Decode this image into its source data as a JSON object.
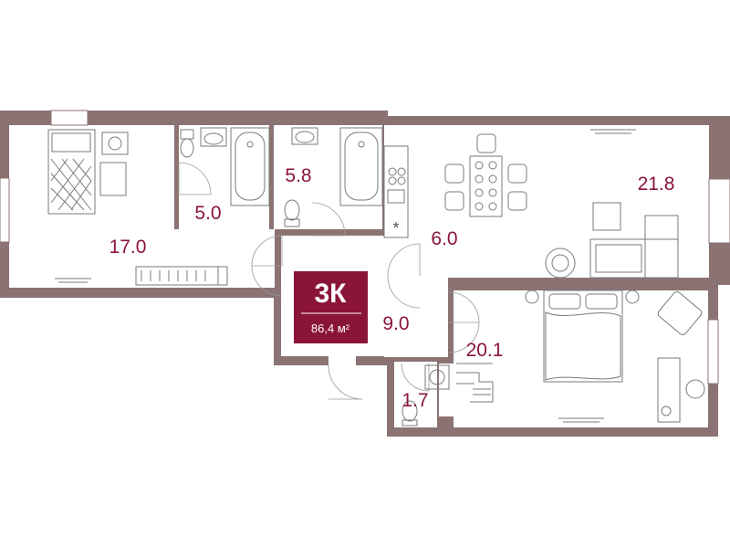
{
  "badge": {
    "type_label": "3К",
    "total_area": "86,4 м²"
  },
  "rooms": {
    "bedroom_small": {
      "area": "17.0"
    },
    "bathroom_1": {
      "area": "5.0"
    },
    "bathroom_2": {
      "area": "5.8"
    },
    "kitchen": {
      "area": "6.0"
    },
    "living": {
      "area": "21.8"
    },
    "hall": {
      "area": "9.0"
    },
    "bedroom_master": {
      "area": "20.1"
    },
    "wc": {
      "area": "1.7"
    }
  },
  "symbols": {
    "ventilation_mark": "*"
  },
  "colors": {
    "accent": "#8a1538",
    "walls": "#8b7373"
  }
}
